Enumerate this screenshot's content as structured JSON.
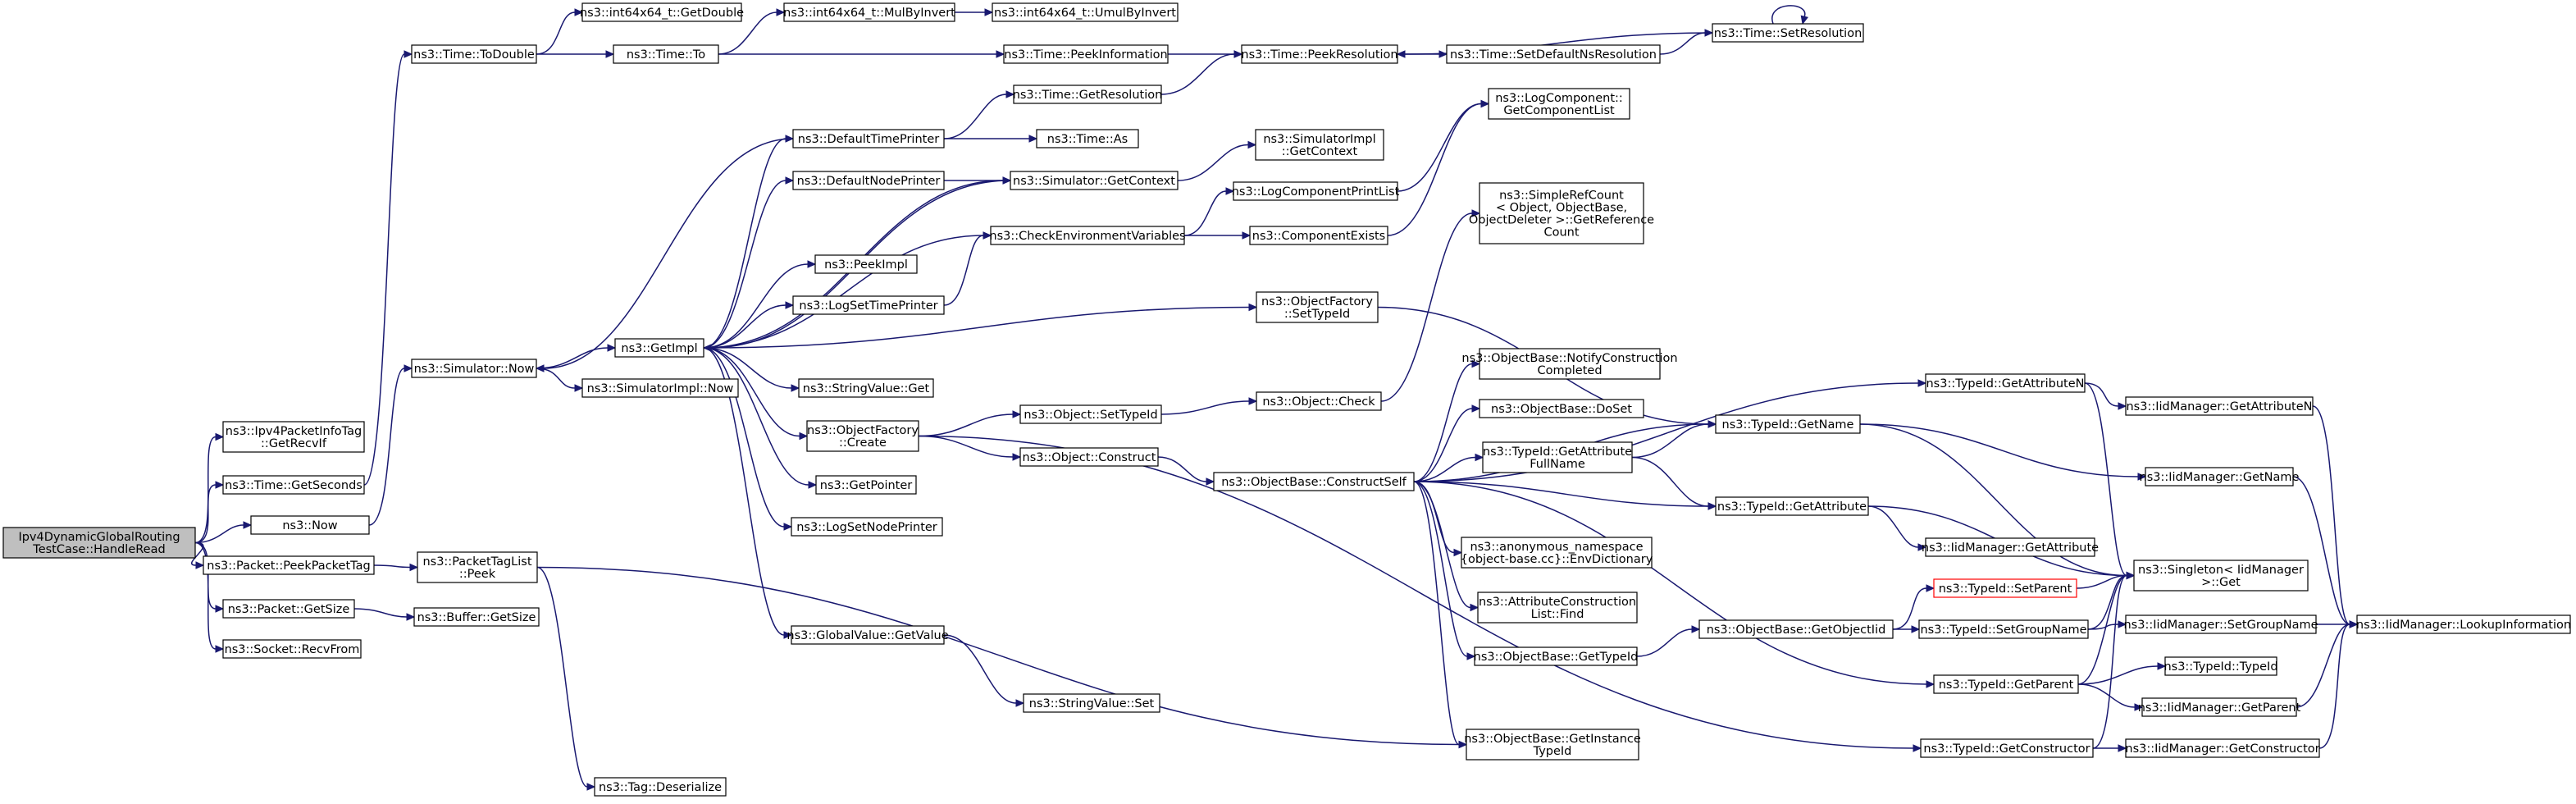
{
  "nodes": [
    {
      "id": "root",
      "lines": [
        "Ipv4DynamicGlobalRouting",
        "TestCase::HandleRead"
      ],
      "root": true
    },
    {
      "id": "getrecvif",
      "lines": [
        "ns3::Ipv4PacketInfoTag",
        "::GetRecvIf"
      ]
    },
    {
      "id": "getseconds",
      "lines": [
        "ns3::Time::GetSeconds"
      ]
    },
    {
      "id": "now",
      "lines": [
        "ns3::Now"
      ]
    },
    {
      "id": "peekpackettag",
      "lines": [
        "ns3::Packet::PeekPacketTag"
      ]
    },
    {
      "id": "packetgetsize",
      "lines": [
        "ns3::Packet::GetSize"
      ]
    },
    {
      "id": "recvfrom",
      "lines": [
        "ns3::Socket::RecvFrom"
      ]
    },
    {
      "id": "todouble",
      "lines": [
        "ns3::Time::ToDouble"
      ]
    },
    {
      "id": "simnow",
      "lines": [
        "ns3::Simulator::Now"
      ]
    },
    {
      "id": "taglistpeek",
      "lines": [
        "ns3::PacketTagList",
        "::Peek"
      ]
    },
    {
      "id": "buffergetsize",
      "lines": [
        "ns3::Buffer::GetSize"
      ]
    },
    {
      "id": "getdouble",
      "lines": [
        "ns3::int64x64_t::GetDouble"
      ]
    },
    {
      "id": "timeto",
      "lines": [
        "ns3::Time::To"
      ]
    },
    {
      "id": "getimpl",
      "lines": [
        "ns3::GetImpl"
      ]
    },
    {
      "id": "simimplnow",
      "lines": [
        "ns3::SimulatorImpl::Now"
      ]
    },
    {
      "id": "tagdeserialize",
      "lines": [
        "ns3::Tag::Deserialize"
      ]
    },
    {
      "id": "mulbyinvert",
      "lines": [
        "ns3::int64x64_t::MulByInvert"
      ]
    },
    {
      "id": "umulbyinvert",
      "lines": [
        "ns3::int64x64_t::UmulByInvert"
      ]
    },
    {
      "id": "peekinformation",
      "lines": [
        "ns3::Time::PeekInformation"
      ]
    },
    {
      "id": "getresolution",
      "lines": [
        "ns3::Time::GetResolution"
      ]
    },
    {
      "id": "peekresolution",
      "lines": [
        "ns3::Time::PeekResolution"
      ]
    },
    {
      "id": "setdefaultns",
      "lines": [
        "ns3::Time::SetDefaultNsResolution"
      ]
    },
    {
      "id": "setresolution",
      "lines": [
        "ns3::Time::SetResolution"
      ]
    },
    {
      "id": "defaulttimeprinter",
      "lines": [
        "ns3::DefaultTimePrinter"
      ]
    },
    {
      "id": "timeas",
      "lines": [
        "ns3::Time::As"
      ]
    },
    {
      "id": "defaultnodeprinter",
      "lines": [
        "ns3::DefaultNodePrinter"
      ]
    },
    {
      "id": "simgetcontext",
      "lines": [
        "ns3::Simulator::GetContext"
      ]
    },
    {
      "id": "simimplgetcontext",
      "lines": [
        "ns3::SimulatorImpl",
        "::GetContext"
      ]
    },
    {
      "id": "peekimpl",
      "lines": [
        "ns3::PeekImpl"
      ]
    },
    {
      "id": "logsettimeprinter",
      "lines": [
        "ns3::LogSetTimePrinter"
      ]
    },
    {
      "id": "checkenv",
      "lines": [
        "ns3::CheckEnvironmentVariables"
      ]
    },
    {
      "id": "logcomponentprintlist",
      "lines": [
        "ns3::LogComponentPrintList"
      ]
    },
    {
      "id": "componentexists",
      "lines": [
        "ns3::ComponentExists"
      ]
    },
    {
      "id": "getcomponentlist",
      "lines": [
        "ns3::LogComponent::",
        "GetComponentList"
      ]
    },
    {
      "id": "stringvalueget",
      "lines": [
        "ns3::StringValue::Get"
      ]
    },
    {
      "id": "objectfactorysettypeid",
      "lines": [
        "ns3::ObjectFactory",
        "::SetTypeId"
      ]
    },
    {
      "id": "objectfactorycreate",
      "lines": [
        "ns3::ObjectFactory",
        "::Create"
      ]
    },
    {
      "id": "getpointer",
      "lines": [
        "ns3::GetPointer"
      ]
    },
    {
      "id": "logsetnodeprinter",
      "lines": [
        "ns3::LogSetNodePrinter"
      ]
    },
    {
      "id": "globalvaluegetvalue",
      "lines": [
        "ns3::GlobalValue::GetValue"
      ]
    },
    {
      "id": "stringvalueset",
      "lines": [
        "ns3::StringValue::Set"
      ]
    },
    {
      "id": "objectsettypeid",
      "lines": [
        "ns3::Object::SetTypeId"
      ]
    },
    {
      "id": "objectconstruct",
      "lines": [
        "ns3::Object::Construct"
      ]
    },
    {
      "id": "objectcheck",
      "lines": [
        "ns3::Object::Check"
      ]
    },
    {
      "id": "simplerefcount",
      "lines": [
        "ns3::SimpleRefCount",
        "< Object, ObjectBase,",
        "ObjectDeleter >::GetReference",
        "Count"
      ]
    },
    {
      "id": "constructself",
      "lines": [
        "ns3::ObjectBase::ConstructSelf"
      ]
    },
    {
      "id": "notifyconstruction",
      "lines": [
        "ns3::ObjectBase::NotifyConstruction",
        "Completed"
      ]
    },
    {
      "id": "doset",
      "lines": [
        "ns3::ObjectBase::DoSet"
      ]
    },
    {
      "id": "getattributefullname",
      "lines": [
        "ns3::TypeId::GetAttribute",
        "FullName"
      ]
    },
    {
      "id": "envdictionary",
      "lines": [
        "ns3::anonymous_namespace",
        "{object-base.cc}::EnvDictionary"
      ]
    },
    {
      "id": "attrconstructionlistfind",
      "lines": [
        "ns3::AttributeConstruction",
        "List::Find"
      ]
    },
    {
      "id": "objectbasegettypeid",
      "lines": [
        "ns3::ObjectBase::GetTypeId"
      ]
    },
    {
      "id": "getinstancetypeid",
      "lines": [
        "ns3::ObjectBase::GetInstance",
        "TypeId"
      ]
    },
    {
      "id": "typeidgetname",
      "lines": [
        "ns3::TypeId::GetName"
      ]
    },
    {
      "id": "typeidgetattribute",
      "lines": [
        "ns3::TypeId::GetAttribute"
      ]
    },
    {
      "id": "getobjectiid",
      "lines": [
        "ns3::ObjectBase::GetObjectIid"
      ]
    },
    {
      "id": "typeidgetattributen",
      "lines": [
        "ns3::TypeId::GetAttributeN"
      ]
    },
    {
      "id": "typeidsetparent",
      "lines": [
        "ns3::TypeId::SetParent"
      ],
      "truncated": true
    },
    {
      "id": "typeidsetgroupname",
      "lines": [
        "ns3::TypeId::SetGroupName"
      ]
    },
    {
      "id": "typeidgetparent",
      "lines": [
        "ns3::TypeId::GetParent"
      ]
    },
    {
      "id": "typeidgetconstructor",
      "lines": [
        "ns3::TypeId::GetConstructor"
      ]
    },
    {
      "id": "iidgetattributen",
      "lines": [
        "ns3::IidManager::GetAttributeN"
      ]
    },
    {
      "id": "iidgetname",
      "lines": [
        "ns3::IidManager::GetName"
      ]
    },
    {
      "id": "iidgetattribute",
      "lines": [
        "ns3::IidManager::GetAttribute"
      ]
    },
    {
      "id": "singletonget",
      "lines": [
        "ns3::Singleton< IidManager",
        " >::Get"
      ]
    },
    {
      "id": "iidsetgroupname",
      "lines": [
        "ns3::IidManager::SetGroupName"
      ]
    },
    {
      "id": "typeidtypeid",
      "lines": [
        "ns3::TypeId::TypeId"
      ]
    },
    {
      "id": "iidgetparent",
      "lines": [
        "ns3::IidManager::GetParent"
      ]
    },
    {
      "id": "iidgetconstructor",
      "lines": [
        "ns3::IidManager::GetConstructor"
      ]
    },
    {
      "id": "lookupinformation",
      "lines": [
        "ns3::IidManager::LookupInformation"
      ]
    }
  ],
  "edges": [
    [
      "root",
      "getrecvif"
    ],
    [
      "root",
      "getseconds"
    ],
    [
      "root",
      "now"
    ],
    [
      "root",
      "peekpackettag"
    ],
    [
      "root",
      "packetgetsize"
    ],
    [
      "root",
      "recvfrom"
    ],
    [
      "getseconds",
      "todouble"
    ],
    [
      "now",
      "simnow"
    ],
    [
      "peekpackettag",
      "taglistpeek"
    ],
    [
      "packetgetsize",
      "buffergetsize"
    ],
    [
      "todouble",
      "getdouble"
    ],
    [
      "todouble",
      "timeto"
    ],
    [
      "simnow",
      "getimpl"
    ],
    [
      "simnow",
      "simimplnow"
    ],
    [
      "taglistpeek",
      "getinstancetypeid"
    ],
    [
      "taglistpeek",
      "tagdeserialize"
    ],
    [
      "timeto",
      "mulbyinvert"
    ],
    [
      "timeto",
      "peekinformation"
    ],
    [
      "mulbyinvert",
      "umulbyinvert"
    ],
    [
      "peekinformation",
      "peekresolution"
    ],
    [
      "getimpl",
      "defaulttimeprinter"
    ],
    [
      "getimpl",
      "defaultnodeprinter"
    ],
    [
      "getimpl",
      "simgetcontext"
    ],
    [
      "getimpl",
      "peekimpl"
    ],
    [
      "getimpl",
      "logsettimeprinter"
    ],
    [
      "getimpl",
      "objectfactorysettypeid"
    ],
    [
      "getimpl",
      "stringvalueget"
    ],
    [
      "getimpl",
      "objectfactorycreate"
    ],
    [
      "getimpl",
      "getpointer"
    ],
    [
      "getimpl",
      "logsetnodeprinter"
    ],
    [
      "getimpl",
      "globalvaluegetvalue"
    ],
    [
      "getimpl",
      "checkenv"
    ],
    [
      "defaulttimeprinter",
      "simnow"
    ],
    [
      "defaulttimeprinter",
      "getresolution"
    ],
    [
      "defaulttimeprinter",
      "timeas"
    ],
    [
      "getresolution",
      "peekresolution"
    ],
    [
      "peekresolution",
      "setdefaultns"
    ],
    [
      "setdefaultns",
      "setresolution"
    ],
    [
      "setresolution",
      "peekresolution"
    ],
    [
      "setresolution",
      "setresolution"
    ],
    [
      "defaultnodeprinter",
      "simgetcontext"
    ],
    [
      "simgetcontext",
      "simimplgetcontext"
    ],
    [
      "simgetcontext",
      "getimpl"
    ],
    [
      "logsettimeprinter",
      "checkenv"
    ],
    [
      "checkenv",
      "logcomponentprintlist"
    ],
    [
      "checkenv",
      "componentexists"
    ],
    [
      "logcomponentprintlist",
      "getcomponentlist"
    ],
    [
      "componentexists",
      "getcomponentlist"
    ],
    [
      "objectfactorysettypeid",
      "typeidgetname"
    ],
    [
      "objectfactorycreate",
      "objectsettypeid"
    ],
    [
      "objectfactorycreate",
      "objectconstruct"
    ],
    [
      "objectfactorycreate",
      "typeidgetconstructor"
    ],
    [
      "objectsettypeid",
      "objectcheck"
    ],
    [
      "objectcheck",
      "simplerefcount"
    ],
    [
      "objectconstruct",
      "constructself"
    ],
    [
      "globalvaluegetvalue",
      "stringvalueset"
    ],
    [
      "constructself",
      "typeidgetattributen"
    ],
    [
      "constructself",
      "typeidgetname"
    ],
    [
      "constructself",
      "notifyconstruction"
    ],
    [
      "constructself",
      "doset"
    ],
    [
      "constructself",
      "getattributefullname"
    ],
    [
      "constructself",
      "typeidgetattribute"
    ],
    [
      "constructself",
      "envdictionary"
    ],
    [
      "constructself",
      "attrconstructionlistfind"
    ],
    [
      "constructself",
      "objectbasegettypeid"
    ],
    [
      "constructself",
      "typeidgetparent"
    ],
    [
      "constructself",
      "getinstancetypeid"
    ],
    [
      "getattributefullname",
      "typeidgetname"
    ],
    [
      "getattributefullname",
      "typeidgetattribute"
    ],
    [
      "objectbasegettypeid",
      "getobjectiid"
    ],
    [
      "getobjectiid",
      "typeidsetparent"
    ],
    [
      "getobjectiid",
      "typeidsetgroupname"
    ],
    [
      "typeidgetname",
      "iidgetname"
    ],
    [
      "typeidgetname",
      "singletonget"
    ],
    [
      "typeidgetattribute",
      "iidgetattribute"
    ],
    [
      "typeidgetattribute",
      "singletonget"
    ],
    [
      "typeidgetattributen",
      "iidgetattributen"
    ],
    [
      "typeidgetattributen",
      "singletonget"
    ],
    [
      "typeidsetparent",
      "singletonget"
    ],
    [
      "typeidsetgroupname",
      "singletonget"
    ],
    [
      "typeidsetgroupname",
      "iidsetgroupname"
    ],
    [
      "typeidgetparent",
      "singletonget"
    ],
    [
      "typeidgetparent",
      "typeidtypeid"
    ],
    [
      "typeidgetparent",
      "iidgetparent"
    ],
    [
      "typeidgetconstructor",
      "singletonget"
    ],
    [
      "typeidgetconstructor",
      "iidgetconstructor"
    ],
    [
      "iidgetattributen",
      "lookupinformation"
    ],
    [
      "iidgetname",
      "lookupinformation"
    ],
    [
      "iidsetgroupname",
      "lookupinformation"
    ],
    [
      "iidgetparent",
      "lookupinformation"
    ],
    [
      "iidgetconstructor",
      "lookupinformation"
    ]
  ]
}
